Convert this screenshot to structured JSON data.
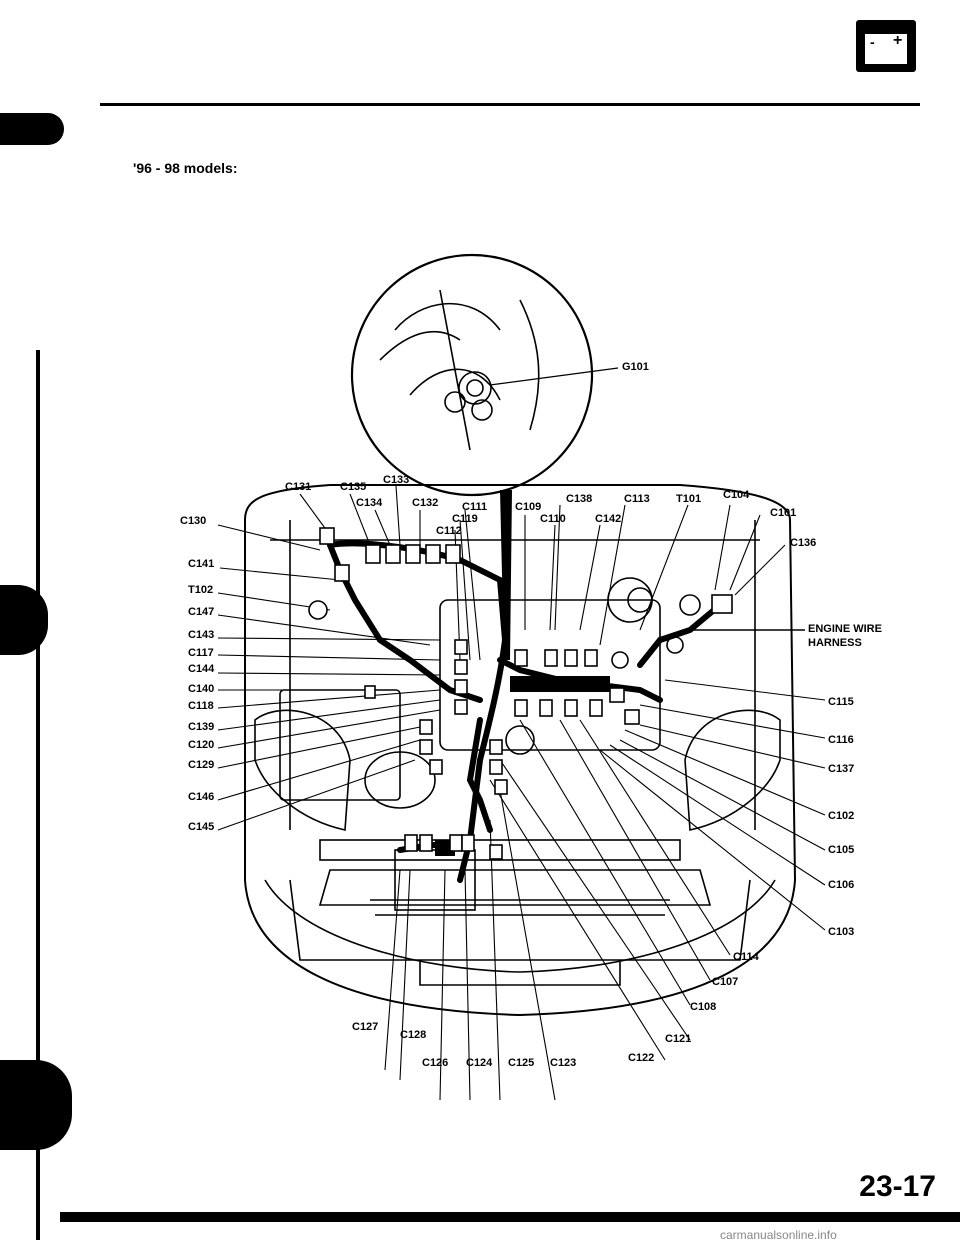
{
  "header": {
    "battery_icon": "battery-icon",
    "battery_minus": "-",
    "battery_plus": "+",
    "caption": "'96 - 98 models:"
  },
  "diagram": {
    "ground_label": "G101",
    "harness_label_line1": "ENGINE WIRE",
    "harness_label_line2": "HARNESS",
    "top_labels": [
      "C131",
      "C135",
      "C133",
      "C134",
      "C132",
      "C111",
      "C119",
      "C112",
      "C109",
      "C138",
      "C113",
      "T101",
      "C104",
      "C110",
      "C142",
      "C101",
      "C136"
    ],
    "left_labels": [
      "C130",
      "C141",
      "T102",
      "C147",
      "C143",
      "C117",
      "C144",
      "C140",
      "C118",
      "C139",
      "C120",
      "C129",
      "C146",
      "C145"
    ],
    "right_labels": [
      "C115",
      "C116",
      "C137",
      "C102",
      "C105",
      "C106",
      "C103",
      "C114",
      "C107",
      "C108",
      "C121",
      "C122"
    ],
    "bottom_labels": [
      "C127",
      "C128",
      "C126",
      "C124",
      "C125",
      "C123"
    ]
  },
  "footer": {
    "page_number": "23-17",
    "watermark": "carmanualsonline.info"
  }
}
